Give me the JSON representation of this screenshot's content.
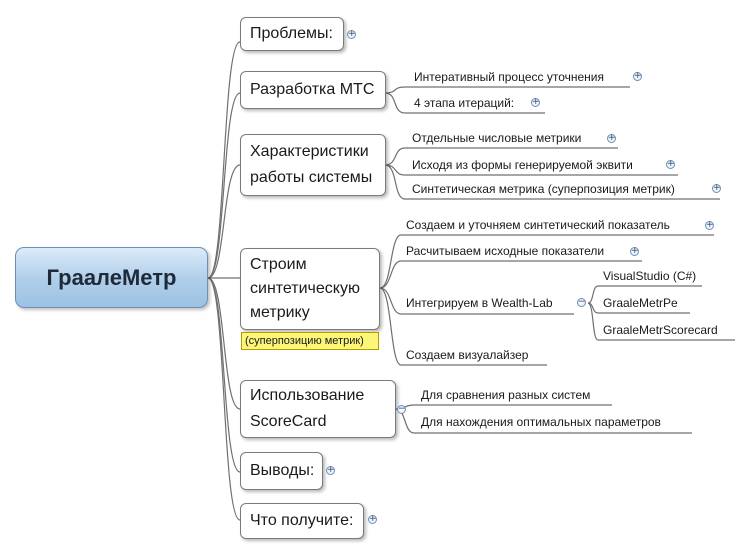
{
  "central": {
    "label": "ГраалеМетр"
  },
  "topics": [
    {
      "label": "Проблемы:"
    },
    {
      "label": "Разработка МТС"
    },
    {
      "label": "Характеристики\nработы системы"
    },
    {
      "label": "Строим\nсинтетическую\nметрику"
    },
    {
      "label": "Использование\nScoreCard"
    },
    {
      "label": "Выводы:"
    },
    {
      "label": "Что получите:"
    }
  ],
  "callout": {
    "label": "(суперпозицию метрик)"
  },
  "subtopics": {
    "mts": [
      "Интеративный процесс уточнения",
      "4 этапа итераций:"
    ],
    "chars": [
      "Отдельные числовые метрики",
      "Исходя из формы генерируемой эквити",
      "Синтетическая метрика (суперпозиция метрик)"
    ],
    "build": [
      "Создаем и уточняем синтетический показатель",
      "Расчитываем исходные показатели",
      "Интегрируем в Wealth-Lab",
      "Создаем визуалайзер"
    ],
    "wealthlab": [
      "VisualStudio (C#)",
      "GraaleMetrPe",
      "GraaleMetrScorecard"
    ],
    "scorecard": [
      "Для сравнения разных систем",
      "Для нахождения оптимальных параметров"
    ]
  },
  "toggles": {
    "expand": "+",
    "collapse": "−"
  },
  "colors": {
    "central_top": "#dcebfa",
    "central_bottom": "#9dc2e4",
    "line": "#6b6b6b",
    "callout": "#fbf678"
  }
}
